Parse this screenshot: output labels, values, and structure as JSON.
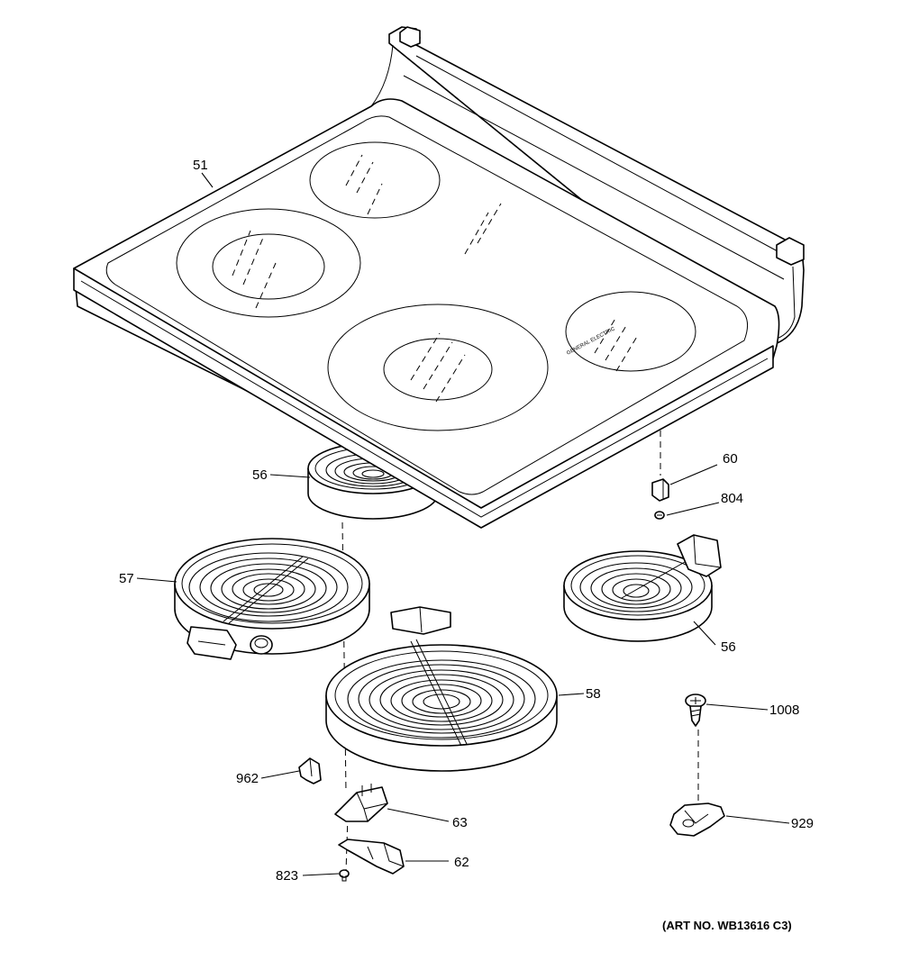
{
  "diagram": {
    "art_number": "(ART NO. WB13616 C3)",
    "parts": {
      "cooktop": "51",
      "element_small_top": "56",
      "element_small_right": "56",
      "element_left": "57",
      "element_large": "58",
      "bracket_60": "60",
      "screw_804": "804",
      "screw_1008": "1008",
      "clip_929": "929",
      "clip_962": "962",
      "bracket_63": "63",
      "bracket_62": "62",
      "screw_823": "823"
    }
  }
}
